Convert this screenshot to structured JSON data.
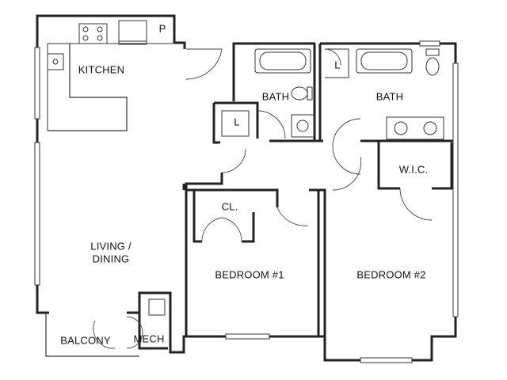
{
  "rooms": {
    "kitchen": "KITCHEN",
    "pantry": "P",
    "living_line1": "LIVING /",
    "living_line2": "DINING",
    "bath1": "BATH",
    "bath2": "BATH",
    "laundry1": "L",
    "laundry2": "L",
    "closet": "CL.",
    "wic": "W.I.C.",
    "bedroom1": "BEDROOM #1",
    "bedroom2": "BEDROOM #2",
    "balcony": "BALCONY",
    "mech": "MECH"
  },
  "colors": {
    "wall": "#222222",
    "background": "#ffffff"
  }
}
